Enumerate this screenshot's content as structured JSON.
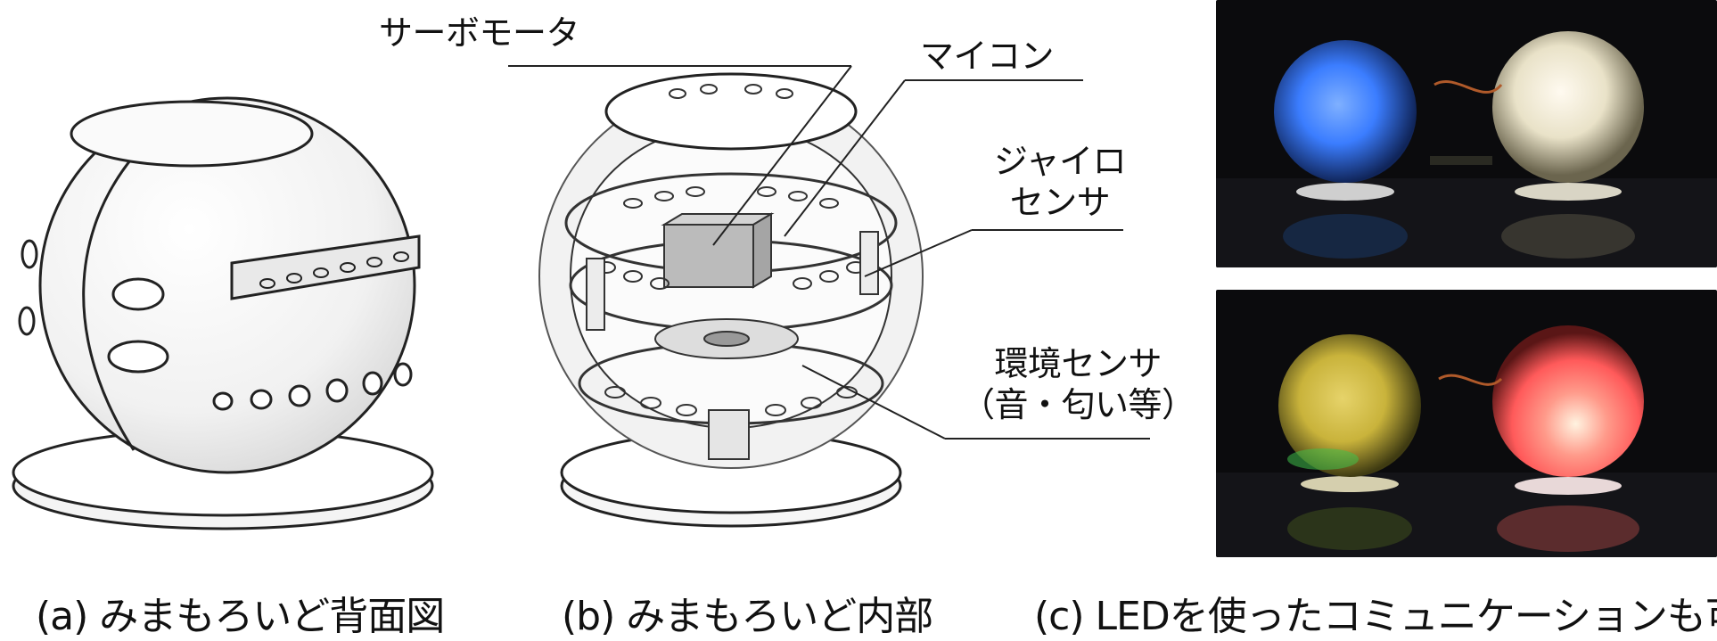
{
  "captions": {
    "a": "(a) みまもろいど背面図",
    "b": "(b) みまもろいど内部",
    "c": "(c) LEDを使ったコミュニケーションも可能"
  },
  "callouts": {
    "servo": "サーボモータ",
    "mcu": "マイコン",
    "gyro_line1": "ジャイロ",
    "gyro_line2": "センサ",
    "env_line1": "環境センサ",
    "env_line2": "（音・匂い等）"
  },
  "colors": {
    "photo_bg": "#0b0b0d",
    "blue_glow": "#3b7dff",
    "white_glow": "#e9e2c8",
    "yellow_glow": "#c9b33b",
    "red_glow": "#ff5a5a"
  }
}
